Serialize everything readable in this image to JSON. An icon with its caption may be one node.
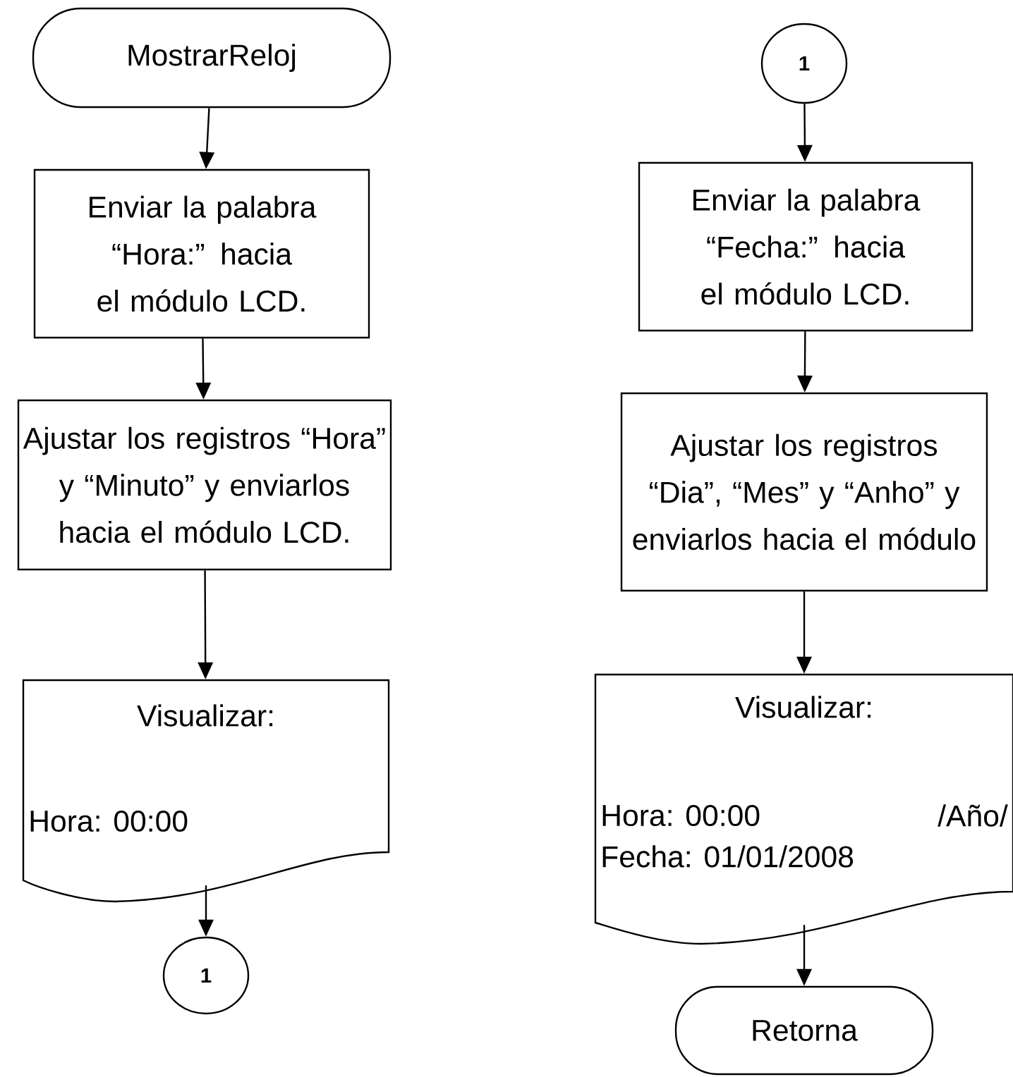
{
  "diagram": {
    "nodes": [
      {
        "text": [
          "MostrarReloj"
        ]
      },
      {
        "text": [
          "Enviar la palabra “Hora:” hacia el módulo LCD."
        ]
      },
      {
        "text": [
          "Ajustar los registros “Hora” y “Minuto” y enviarlos hacia el módulo LCD."
        ]
      },
      {
        "text": [
          "Visualizar:",
          "Hora: 00:00"
        ]
      },
      {
        "text": [
          "1"
        ]
      },
      {
        "text": [
          "1"
        ]
      },
      {
        "text": [
          "Enviar la palabra “Fecha:” hacia el módulo LCD."
        ]
      },
      {
        "text": [
          "Ajustar los registros “Dia”, “Mes” y “Anho” y enviarlos hacia el módulo"
        ]
      },
      {
        "text": [
          "Visualizar:",
          "Hora: 00:00",
          "/Año/",
          "Fecha: 01/01/2008"
        ]
      },
      {
        "text": [
          "Retorna"
        ]
      }
    ],
    "edges": [
      {
        "from": 0,
        "to": 1,
        "arrow": "to"
      },
      {
        "from": 1,
        "to": 2,
        "arrow": "to"
      },
      {
        "from": 2,
        "to": 3,
        "arrow": "to"
      },
      {
        "from": 3,
        "to": 4,
        "arrow": "to"
      },
      {
        "from": 5,
        "to": 6,
        "arrow": "to"
      },
      {
        "from": 6,
        "to": 7,
        "arrow": "to"
      },
      {
        "from": 7,
        "to": 8,
        "arrow": "to"
      },
      {
        "from": 8,
        "to": 9,
        "arrow": "to"
      }
    ]
  }
}
